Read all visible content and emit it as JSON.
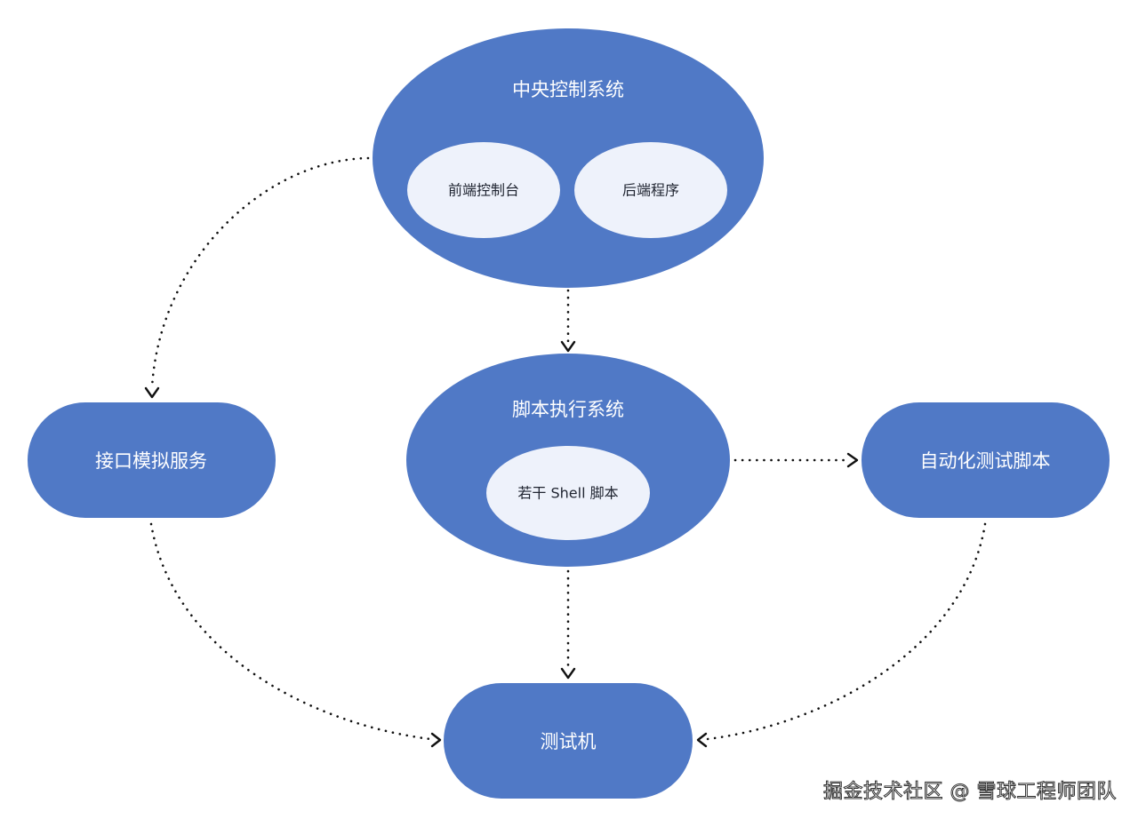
{
  "nodes": {
    "central_control": {
      "label": "中央控制系统",
      "children": {
        "frontend_console": "前端控制台",
        "backend_program": "后端程序"
      }
    },
    "script_execution": {
      "label": "脚本执行系统",
      "children": {
        "shell_scripts": "若干 Shell 脚本"
      }
    },
    "mock_service": {
      "label": "接口模拟服务"
    },
    "automation_scripts": {
      "label": "自动化测试脚本"
    },
    "test_machine": {
      "label": "测试机"
    }
  },
  "edges": [
    {
      "from": "central_control",
      "to": "mock_service",
      "style": "dotted"
    },
    {
      "from": "central_control",
      "to": "script_execution",
      "style": "dotted"
    },
    {
      "from": "script_execution",
      "to": "automation_scripts",
      "style": "dotted"
    },
    {
      "from": "script_execution",
      "to": "test_machine",
      "style": "dotted"
    },
    {
      "from": "mock_service",
      "to": "test_machine",
      "style": "dotted"
    },
    {
      "from": "automation_scripts",
      "to": "test_machine",
      "style": "dotted"
    }
  ],
  "colors": {
    "node_fill": "#5079c6",
    "sub_node_fill": "#eef2fb",
    "edge": "#111111"
  },
  "watermark": "掘金技术社区 @ 雪球工程师团队"
}
